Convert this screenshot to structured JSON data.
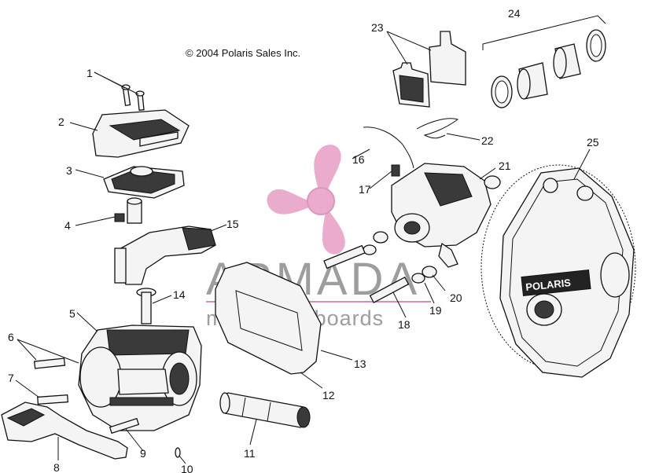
{
  "copyright": "© 2004 Polaris Sales Inc.",
  "watermark": {
    "brand": "ARMADA",
    "tagline": "marine outboards",
    "logo_color": "#e8a3c8",
    "text_color": "#8d8d8d",
    "rule_color": "#d98ab8"
  },
  "cover_logo": "POLARIS",
  "callouts": [
    "1",
    "2",
    "3",
    "4",
    "5",
    "6",
    "7",
    "8",
    "9",
    "10",
    "11",
    "12",
    "13",
    "14",
    "15",
    "16",
    "17",
    "18",
    "19",
    "20",
    "21",
    "22",
    "23",
    "24",
    "25"
  ]
}
